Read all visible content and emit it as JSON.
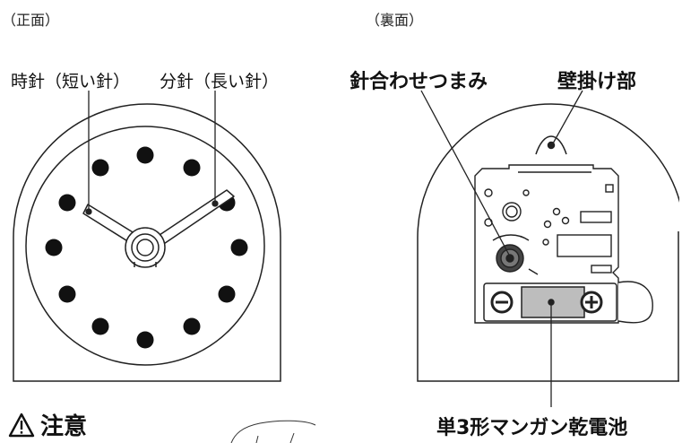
{
  "front": {
    "view_label": "（正面）",
    "hour_hand_label": "時針（短い針）",
    "minute_hand_label": "分針（長い針）"
  },
  "back": {
    "view_label": "（裏面）",
    "knob_label": "針合わせつまみ",
    "hanger_label": "壁掛け部",
    "battery_label": "単3形マンガン乾電池"
  },
  "battery_symbols": {
    "minus": "−",
    "plus": "+"
  },
  "caution": {
    "icon": "warning-triangle-icon",
    "text": "注意"
  },
  "colors": {
    "line": "#222222",
    "dot": "#111111",
    "battery_fill": "#bdbdbd"
  }
}
